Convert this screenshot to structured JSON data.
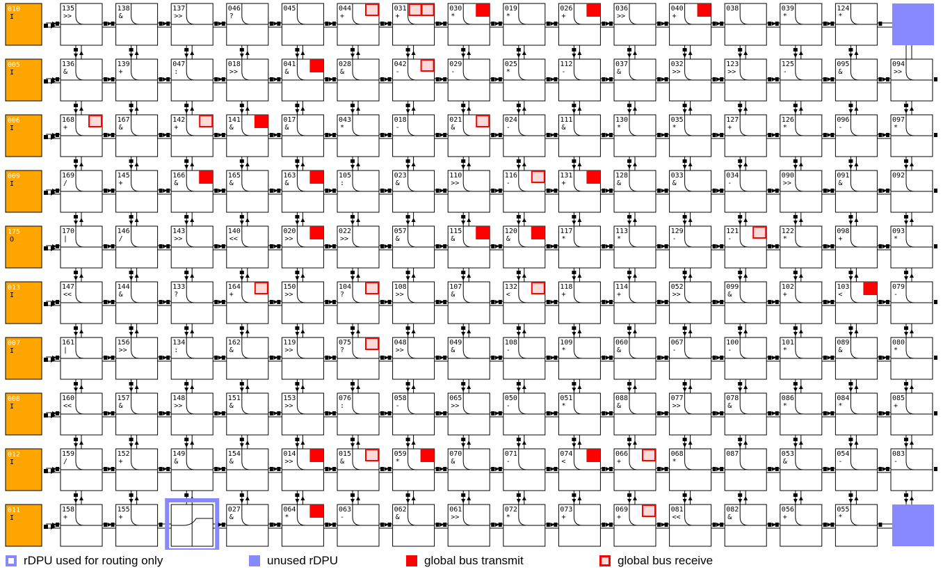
{
  "colors": {
    "io": "#ffa500",
    "unused": "#8888ff",
    "route_only_border": "#8888ff",
    "transmit": "#ff0000",
    "receive_border": "#ff0000",
    "receive_fill": "#ffd8d8",
    "wire": "#000000"
  },
  "io_cells": [
    {
      "id": "010",
      "dir": "I"
    },
    {
      "id": "005",
      "dir": "I"
    },
    {
      "id": "006",
      "dir": "I"
    },
    {
      "id": "009",
      "dir": "I"
    },
    {
      "id": "175",
      "dir": "O"
    },
    {
      "id": "013",
      "dir": "I"
    },
    {
      "id": "007",
      "dir": "I"
    },
    {
      "id": "008",
      "dir": "I"
    },
    {
      "id": "012",
      "dir": "I"
    },
    {
      "id": "011",
      "dir": "I"
    }
  ],
  "grid": [
    [
      {
        "id": "135",
        "op": ">>"
      },
      {
        "id": "138",
        "op": "&"
      },
      {
        "id": "137",
        "op": ">>"
      },
      {
        "id": "046",
        "op": "?"
      },
      {
        "id": "045",
        "op": ""
      },
      {
        "id": "044",
        "op": "+",
        "bus": "rx"
      },
      {
        "id": "031",
        "op": "+",
        "bus": "rx2"
      },
      {
        "id": "030",
        "op": "*",
        "bus": "tx"
      },
      {
        "id": "019",
        "op": "*"
      },
      {
        "id": "026",
        "op": "+",
        "bus": "tx"
      },
      {
        "id": "036",
        "op": ">>"
      },
      {
        "id": "040",
        "op": "+",
        "bus": "tx"
      },
      {
        "id": "038",
        "op": ""
      },
      {
        "id": "039",
        "op": "*"
      },
      {
        "id": "124",
        "op": "*"
      },
      {
        "unused": true
      }
    ],
    [
      {
        "id": "136",
        "op": "&"
      },
      {
        "id": "139",
        "op": "+"
      },
      {
        "id": "047",
        "op": ":"
      },
      {
        "id": "018",
        "op": ">>"
      },
      {
        "id": "041",
        "op": "&",
        "bus": "tx"
      },
      {
        "id": "028",
        "op": "&"
      },
      {
        "id": "042",
        "op": "-",
        "bus": "rx"
      },
      {
        "id": "029",
        "op": "-"
      },
      {
        "id": "025",
        "op": "*"
      },
      {
        "id": "112",
        "op": "-"
      },
      {
        "id": "037",
        "op": "&"
      },
      {
        "id": "032",
        "op": ">>"
      },
      {
        "id": "123",
        "op": ">>"
      },
      {
        "id": "125",
        "op": "-"
      },
      {
        "id": "095",
        "op": "&"
      },
      {
        "id": "094",
        "op": ">>"
      }
    ],
    [
      {
        "id": "168",
        "op": "+",
        "bus": "rx"
      },
      {
        "id": "167",
        "op": "&"
      },
      {
        "id": "142",
        "op": "+",
        "bus": "rx"
      },
      {
        "id": "141",
        "op": "&",
        "bus": "tx"
      },
      {
        "id": "017",
        "op": "&"
      },
      {
        "id": "043",
        "op": "*"
      },
      {
        "id": "018",
        "op": "-"
      },
      {
        "id": "021",
        "op": "&",
        "bus": "rx"
      },
      {
        "id": "024",
        "op": "-"
      },
      {
        "id": "111",
        "op": "&"
      },
      {
        "id": "130",
        "op": "*"
      },
      {
        "id": "035",
        "op": "*"
      },
      {
        "id": "127",
        "op": "+"
      },
      {
        "id": "126",
        "op": "*"
      },
      {
        "id": "096",
        "op": "-"
      },
      {
        "id": "097",
        "op": "*"
      }
    ],
    [
      {
        "id": "169",
        "op": "/"
      },
      {
        "id": "145",
        "op": "+"
      },
      {
        "id": "166",
        "op": "&",
        "bus": "tx"
      },
      {
        "id": "165",
        "op": "&"
      },
      {
        "id": "163",
        "op": "&",
        "bus": "tx"
      },
      {
        "id": "105",
        "op": ":"
      },
      {
        "id": "023",
        "op": "&"
      },
      {
        "id": "110",
        "op": ">>"
      },
      {
        "id": "116",
        "op": "-",
        "bus": "rx"
      },
      {
        "id": "131",
        "op": "+",
        "bus": "tx"
      },
      {
        "id": "128",
        "op": "&"
      },
      {
        "id": "033",
        "op": "&"
      },
      {
        "id": "034",
        "op": "-"
      },
      {
        "id": "090",
        "op": ">>"
      },
      {
        "id": "091",
        "op": "&"
      },
      {
        "id": "092",
        "op": ""
      }
    ],
    [
      {
        "id": "170",
        "op": "|"
      },
      {
        "id": "146",
        "op": "/"
      },
      {
        "id": "143",
        "op": ">>"
      },
      {
        "id": "140",
        "op": "<<"
      },
      {
        "id": "020",
        "op": ">>",
        "bus": "tx"
      },
      {
        "id": "022",
        "op": ">>"
      },
      {
        "id": "057",
        "op": "&"
      },
      {
        "id": "115",
        "op": "&",
        "bus": "tx"
      },
      {
        "id": "120",
        "op": "&",
        "bus": "tx"
      },
      {
        "id": "117",
        "op": "*"
      },
      {
        "id": "113",
        "op": "*"
      },
      {
        "id": "129",
        "op": "-"
      },
      {
        "id": "121",
        "op": "-",
        "bus": "rx"
      },
      {
        "id": "122",
        "op": "*"
      },
      {
        "id": "098",
        "op": "+"
      },
      {
        "id": "093",
        "op": "*"
      }
    ],
    [
      {
        "id": "147",
        "op": "<<"
      },
      {
        "id": "144",
        "op": "&"
      },
      {
        "id": "133",
        "op": "?"
      },
      {
        "id": "164",
        "op": "+",
        "bus": "rx"
      },
      {
        "id": "150",
        "op": ">>"
      },
      {
        "id": "104",
        "op": "?",
        "bus": "rx"
      },
      {
        "id": "108",
        "op": ">>"
      },
      {
        "id": "107",
        "op": "&"
      },
      {
        "id": "132",
        "op": "<",
        "bus": "rx"
      },
      {
        "id": "118",
        "op": "+"
      },
      {
        "id": "114",
        "op": "+"
      },
      {
        "id": "052",
        "op": ">>"
      },
      {
        "id": "099",
        "op": "&"
      },
      {
        "id": "102",
        "op": "+"
      },
      {
        "id": "103",
        "op": "<",
        "bus": "tx"
      },
      {
        "id": "079",
        "op": "-"
      }
    ],
    [
      {
        "id": "161",
        "op": "|"
      },
      {
        "id": "156",
        "op": ">>"
      },
      {
        "id": "134",
        "op": ":"
      },
      {
        "id": "162",
        "op": "&"
      },
      {
        "id": "119",
        "op": ">>"
      },
      {
        "id": "075",
        "op": "?",
        "bus": "rx"
      },
      {
        "id": "048",
        "op": ">>"
      },
      {
        "id": "049",
        "op": "&"
      },
      {
        "id": "108",
        "op": "-"
      },
      {
        "id": "109",
        "op": "*"
      },
      {
        "id": "060",
        "op": "&"
      },
      {
        "id": "067",
        "op": "-"
      },
      {
        "id": "100",
        "op": "-"
      },
      {
        "id": "101",
        "op": "*"
      },
      {
        "id": "089",
        "op": "&"
      },
      {
        "id": "080",
        "op": "*"
      }
    ],
    [
      {
        "id": "160",
        "op": "<<"
      },
      {
        "id": "157",
        "op": "&"
      },
      {
        "id": "148",
        "op": ">>"
      },
      {
        "id": "151",
        "op": "&"
      },
      {
        "id": "153",
        "op": ">>"
      },
      {
        "id": "076",
        "op": ":"
      },
      {
        "id": "058",
        "op": "-"
      },
      {
        "id": "065",
        "op": ">>"
      },
      {
        "id": "050",
        "op": "-"
      },
      {
        "id": "051",
        "op": "*"
      },
      {
        "id": "088",
        "op": "&"
      },
      {
        "id": "077",
        "op": ">>"
      },
      {
        "id": "078",
        "op": "&"
      },
      {
        "id": "086",
        "op": "*"
      },
      {
        "id": "084",
        "op": "*"
      },
      {
        "id": "085",
        "op": "+"
      }
    ],
    [
      {
        "id": "159",
        "op": "/"
      },
      {
        "id": "152",
        "op": "+"
      },
      {
        "id": "149",
        "op": "&"
      },
      {
        "id": "154",
        "op": "&"
      },
      {
        "id": "014",
        "op": ">>",
        "bus": "tx"
      },
      {
        "id": "015",
        "op": "&",
        "bus": "rx"
      },
      {
        "id": "059",
        "op": "*",
        "bus": "tx"
      },
      {
        "id": "070",
        "op": "&"
      },
      {
        "id": "071",
        "op": "-"
      },
      {
        "id": "074",
        "op": "<",
        "bus": "tx"
      },
      {
        "id": "066",
        "op": "+",
        "bus": "rx"
      },
      {
        "id": "068",
        "op": "*"
      },
      {
        "id": "087",
        "op": ""
      },
      {
        "id": "053",
        "op": "&"
      },
      {
        "id": "054",
        "op": "-"
      },
      {
        "id": "083",
        "op": "-"
      }
    ],
    [
      {
        "id": "158",
        "op": "+"
      },
      {
        "id": "155",
        "op": "+"
      },
      {
        "route": true
      },
      {
        "id": "027",
        "op": "&"
      },
      {
        "id": "064",
        "op": "*",
        "bus": "tx"
      },
      {
        "id": "063",
        "op": "-"
      },
      {
        "id": "062",
        "op": "&"
      },
      {
        "id": "061",
        "op": ">>"
      },
      {
        "id": "072",
        "op": "*"
      },
      {
        "id": "073",
        "op": "+"
      },
      {
        "id": "069",
        "op": "+",
        "bus": "rx"
      },
      {
        "id": "081",
        "op": "<<"
      },
      {
        "id": "082",
        "op": "&"
      },
      {
        "id": "056",
        "op": "+"
      },
      {
        "id": "055",
        "op": "*"
      },
      {
        "unused": true
      }
    ]
  ],
  "legend": {
    "route_only": "rDPU used for routing only",
    "unused": "unused rDPU",
    "transmit": "global bus transmit",
    "receive": "global bus receive"
  }
}
